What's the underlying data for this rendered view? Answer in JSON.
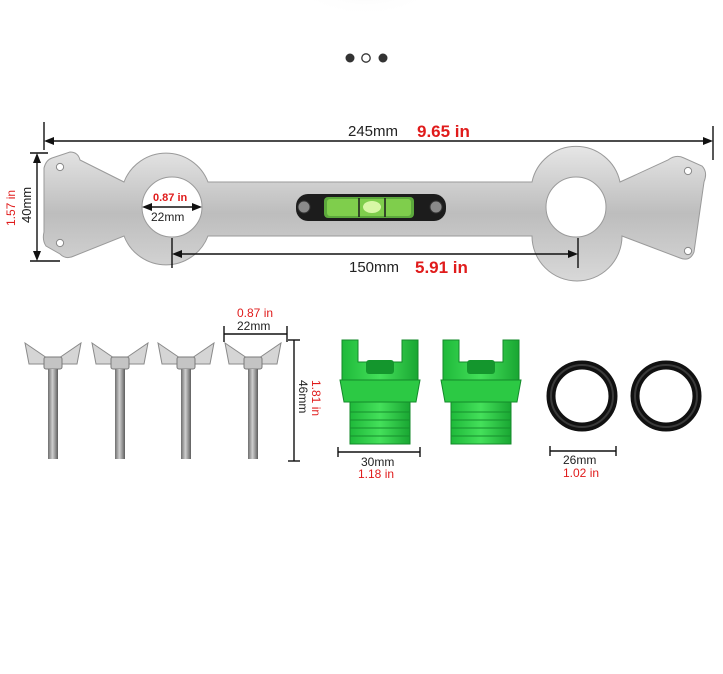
{
  "carousel": {
    "dot_count": 3,
    "active_index": 1
  },
  "wrench": {
    "length_mm": "245mm",
    "length_in": "9.65 in",
    "height_mm": "40mm",
    "height_in": "1.57 in",
    "hole_mm": "22mm",
    "hole_in": "0.87 in",
    "spacing_mm": "150mm",
    "spacing_in": "5.91 in"
  },
  "bolts": {
    "count": 4,
    "width_mm": "22mm",
    "width_in": "0.87 in",
    "height_mm": "46mm",
    "height_in": "1.81 in"
  },
  "plugs": {
    "count": 2,
    "width_mm": "30mm",
    "width_in": "1.18 in"
  },
  "rings": {
    "count": 2,
    "width_mm": "26mm",
    "width_in": "1.02 in"
  },
  "colors": {
    "label_red": "#e01b1b",
    "label_black": "#222222",
    "plug_green": "#2fd44a",
    "steel": "#c9c9c9"
  }
}
